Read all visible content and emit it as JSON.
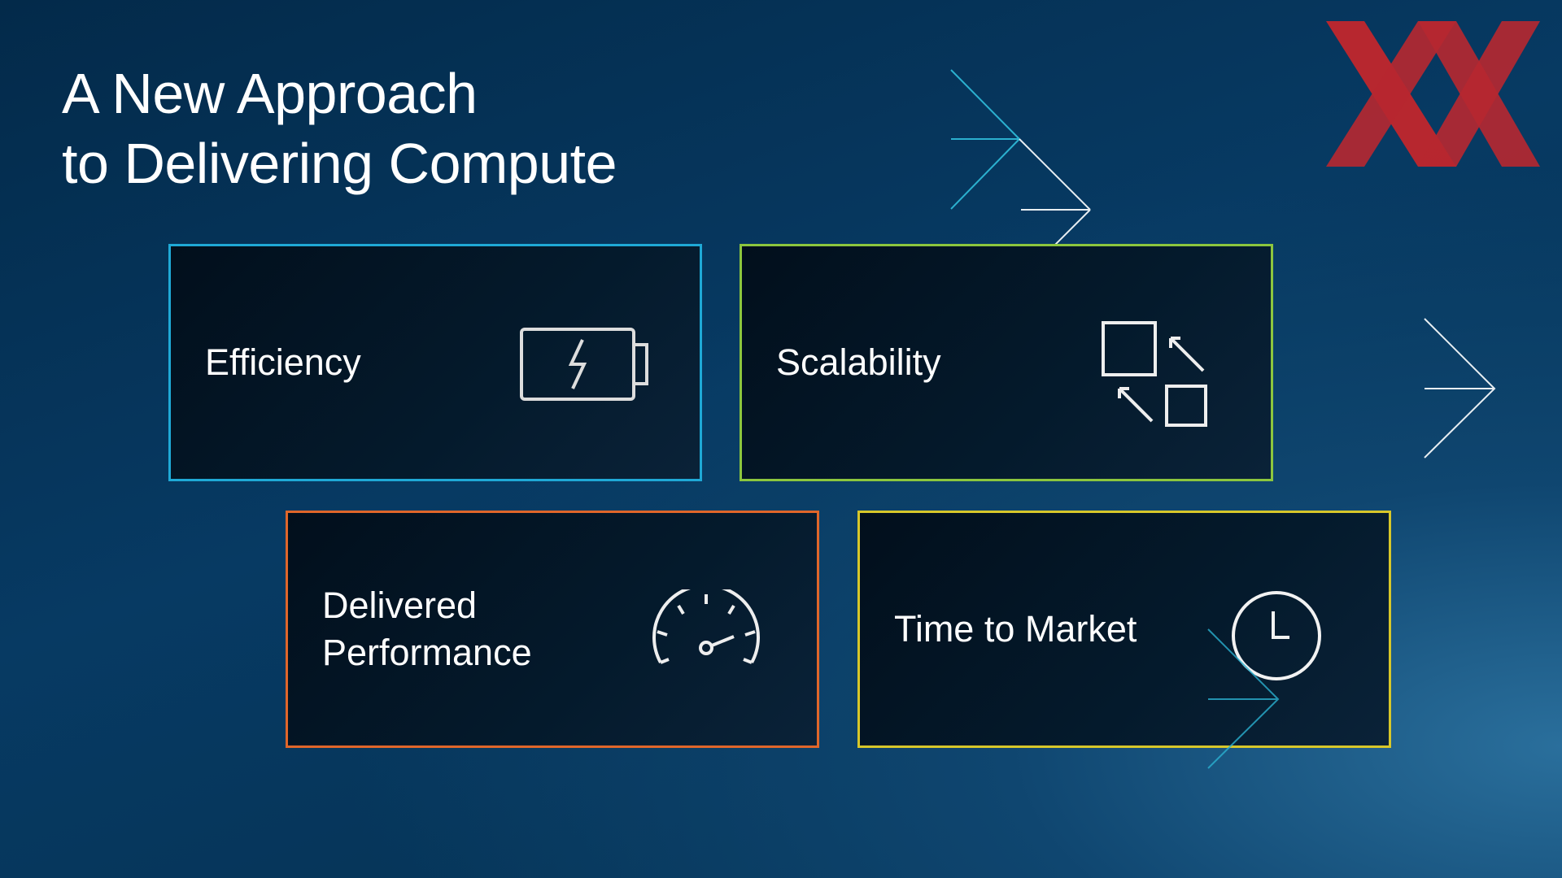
{
  "title_lines": [
    "A New Approach",
    "to Delivering Compute"
  ],
  "cards": [
    {
      "label": "Efficiency",
      "icon": "battery-bolt-icon",
      "color": "#1fa9d6"
    },
    {
      "label": "Scalability",
      "icon": "scale-boxes-icon",
      "color": "#8cc63e"
    },
    {
      "label_lines": [
        "Delivered",
        "Performance"
      ],
      "icon": "speedometer-icon",
      "color": "#e0662a"
    },
    {
      "label": "Time to Market",
      "icon": "clock-icon",
      "color": "#d7c72a"
    }
  ],
  "colors": {
    "logo": "#c1272d",
    "accent": "#2bb0cf"
  }
}
